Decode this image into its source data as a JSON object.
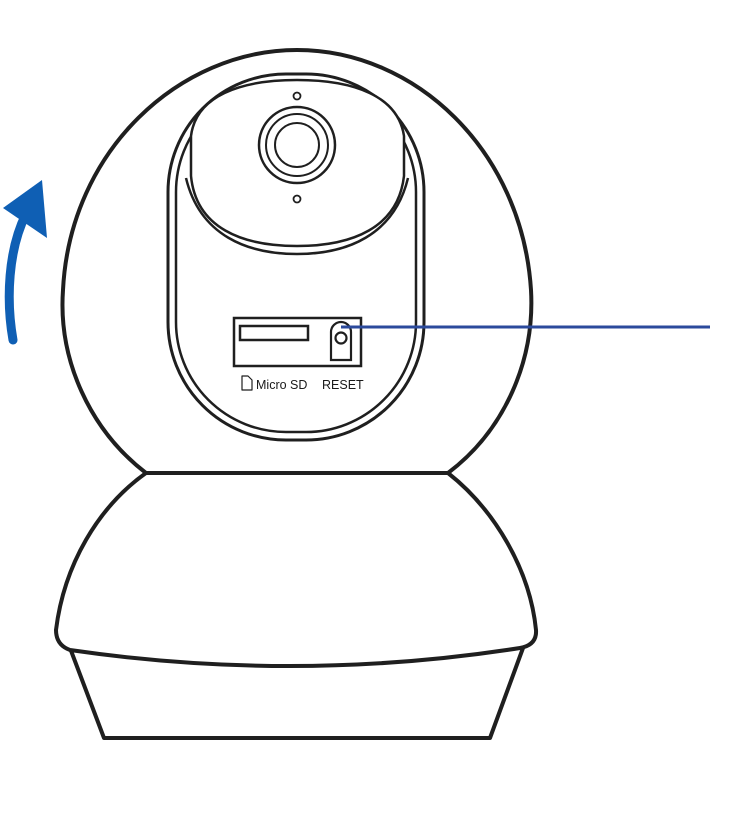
{
  "diagram": {
    "type": "device-illustration",
    "subject": "pan-tilt-camera-rear-view",
    "colors": {
      "outline": "#1f1f1f",
      "arrow": "#0f5fb4",
      "callout": "#2b4a9c",
      "background": "#ffffff"
    },
    "icons": {
      "rotation_arrow": "curved-up-arrow-icon",
      "sd_card": "sd-card-icon"
    },
    "labels": {
      "micro_sd": "Micro SD",
      "reset": "RESET"
    }
  }
}
